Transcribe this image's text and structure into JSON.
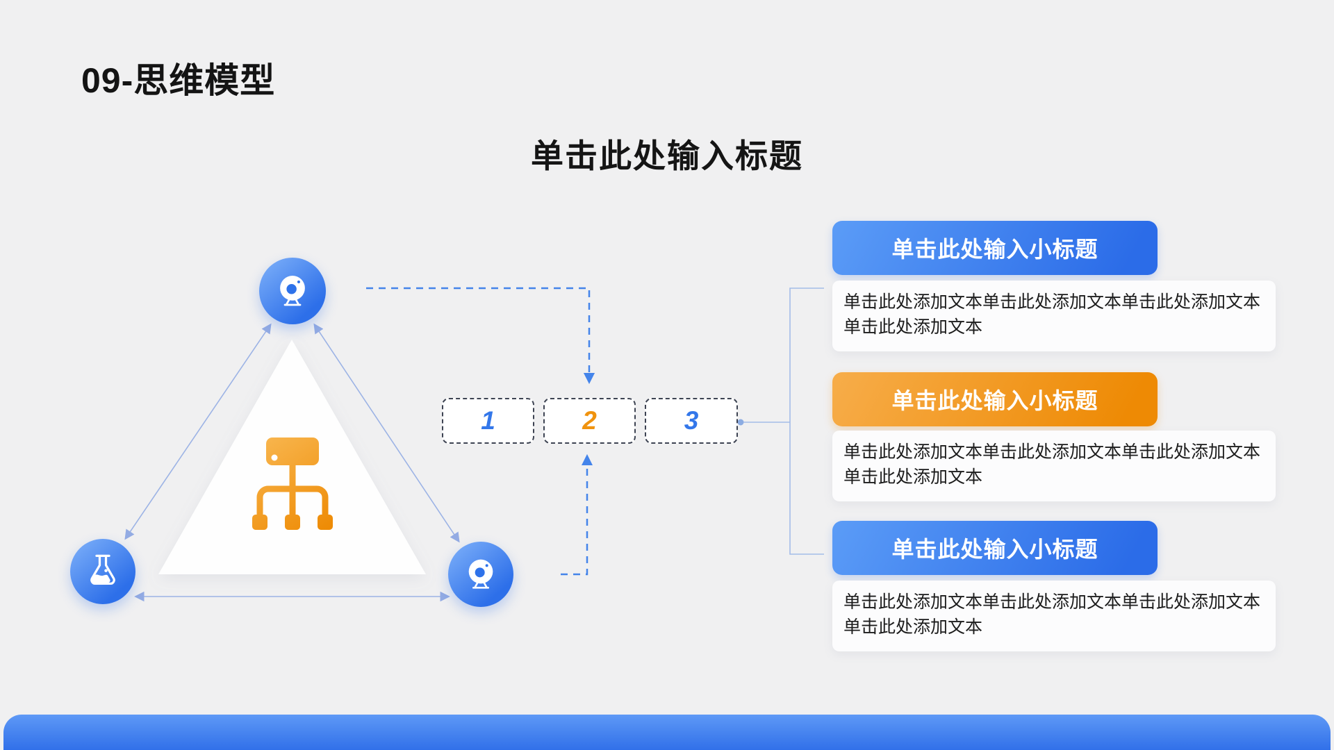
{
  "slide": {
    "background": "#f0f0f1",
    "header_title": "09-思维模型",
    "main_title": "单击此处输入标题"
  },
  "diagram": {
    "center_icon": "org-chart-icon",
    "nodes": [
      {
        "id": "top",
        "icon": "webcam-icon"
      },
      {
        "id": "bottom-left",
        "icon": "flask-icon"
      },
      {
        "id": "bottom-right",
        "icon": "webcam-icon"
      }
    ],
    "steps": [
      {
        "label": "1",
        "color": "#3377ea"
      },
      {
        "label": "2",
        "color": "#f0930e"
      },
      {
        "label": "3",
        "color": "#3377ea"
      }
    ]
  },
  "cards": [
    {
      "title": "单击此处输入小标题",
      "accent": "blue",
      "body": "单击此处添加文本单击此处添加文本单击此处添加文本单击此处添加文本"
    },
    {
      "title": "单击此处输入小标题",
      "accent": "orange",
      "body": "单击此处添加文本单击此处添加文本单击此处添加文本单击此处添加文本"
    },
    {
      "title": "单击此处输入小标题",
      "accent": "blue",
      "body": "单击此处添加文本单击此处添加文本单击此处添加文本单击此处添加文本"
    }
  ],
  "colors": {
    "accent_blue": "#2d6ee9",
    "accent_orange": "#f0930e",
    "node_blue_light": "#77abf8",
    "node_blue_dark": "#2d6fe9",
    "edge_line_blue": "#9cb3e5",
    "dashed_arrow_blue": "#4484ea",
    "bracket_blue": "#a3bce8",
    "bottom_bar_blue": "#3b7bef",
    "icon_orange_light": "#f8b54d",
    "icon_orange_dark": "#ee8b05"
  }
}
